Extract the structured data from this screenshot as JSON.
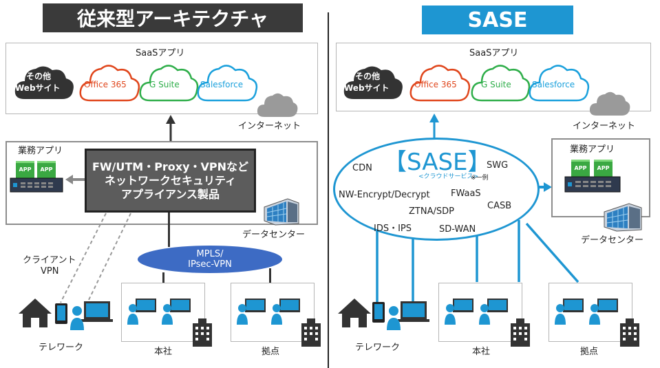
{
  "left": {
    "title": "従来型アーキテクチャ",
    "saas_label": "SaaSアプリ",
    "other_web": [
      "その他",
      "Webサイト"
    ],
    "office": "Office 365",
    "gsuite": "G Suite",
    "salesforce": "Salesforce",
    "internet": "インターネット",
    "business_apps": "業務アプリ",
    "appliance_lines": [
      "FW/UTM・Proxy・VPNなど",
      "ネットワークセキュリティ",
      "アプライアンス製品"
    ],
    "datacenter": "データセンター",
    "client_vpn": [
      "クライアント",
      "VPN"
    ],
    "mpls": [
      "MPLS/",
      "IPsec-VPN"
    ],
    "telework": "テレワーク",
    "hq": "本社",
    "branch": "拠点",
    "app": "APP"
  },
  "right": {
    "title": "SASE",
    "saas_label": "SaaSアプリ",
    "other_web": [
      "その他",
      "Webサイト"
    ],
    "office": "Office 365",
    "gsuite": "G Suite",
    "salesforce": "Salesforce",
    "internet": "インターネット",
    "business_apps": "業務アプリ",
    "datacenter": "データセンター",
    "sase_title": "【SASE】",
    "sase_sub": "<クラウドサービス>",
    "example_note": "※一例",
    "services": [
      "CDN",
      "SWG",
      "NW-Encrypt/Decrypt",
      "FWaaS",
      "CASB",
      "ZTNA/SDP",
      "IDS・IPS",
      "SD-WAN"
    ],
    "telework": "テレワーク",
    "hq": "本社",
    "branch": "拠点",
    "app": "APP"
  },
  "colors": {
    "dark": "#3a3a3a",
    "sase_blue": "#1e96d2",
    "office_red": "#e0461c",
    "gsuite_green": "#2fae4a",
    "salesforce_blue": "#1aa0dc",
    "mpls_blue": "#3d6bc4",
    "app_green": "#3aa842",
    "user_blue": "#1e96d2"
  }
}
